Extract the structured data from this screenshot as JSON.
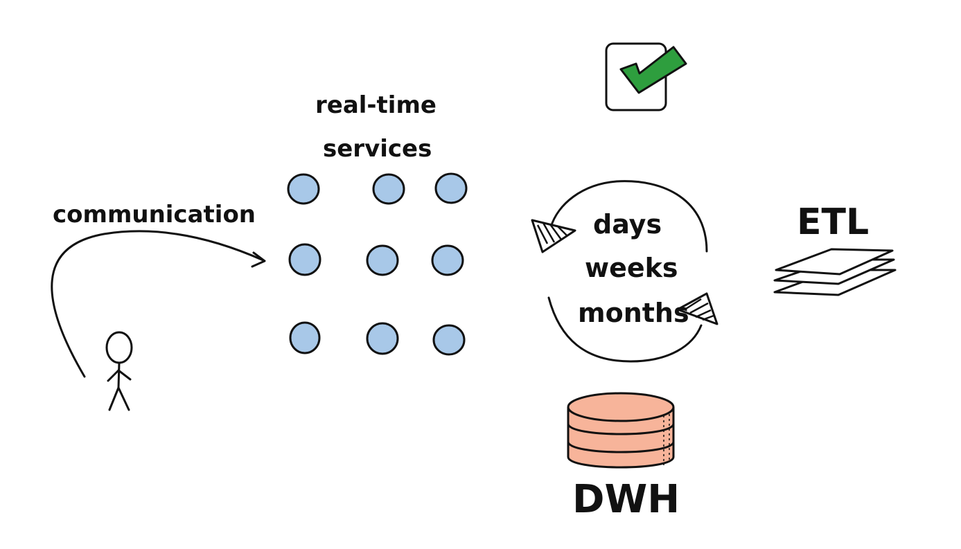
{
  "labels": {
    "communication": "communication",
    "realtime_line1": "real-time",
    "realtime_line2": "services",
    "cycle_days": "days",
    "cycle_weeks": "weeks",
    "cycle_months": "months",
    "etl": "ETL",
    "dwh": "DWH"
  },
  "colors": {
    "ink": "#111111",
    "service_dot": "#a8c8e8",
    "checkmark": "#2e9e3e",
    "database": "#f7b49a"
  },
  "icons": {
    "user": "stick-figure-icon",
    "checkbox": "checkbox-checked-icon",
    "etl": "document-stack-icon",
    "dwh": "database-icon"
  }
}
